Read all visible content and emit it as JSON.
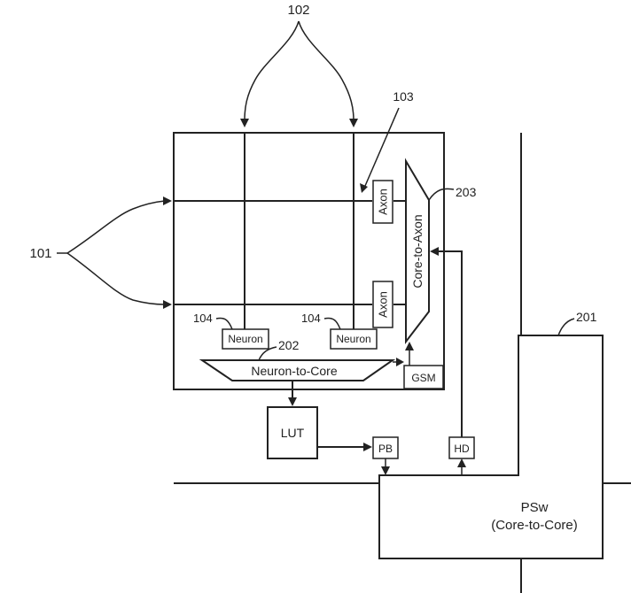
{
  "labels": {
    "ref_102": "102",
    "ref_103": "103",
    "ref_101": "101",
    "ref_203": "203",
    "ref_201": "201",
    "ref_202": "202",
    "ref_104_left": "104",
    "ref_104_right": "104",
    "axon_top": "Axon",
    "axon_bottom": "Axon",
    "neuron_left": "Neuron",
    "neuron_right": "Neuron",
    "core_to_axon": "Core-to-Axon",
    "neuron_to_core": "Neuron-to-Core",
    "gsm": "GSM",
    "lut": "LUT",
    "pb": "PB",
    "hd": "HD",
    "psw_title": "PSw",
    "psw_subtitle": "(Core-to-Core)"
  }
}
